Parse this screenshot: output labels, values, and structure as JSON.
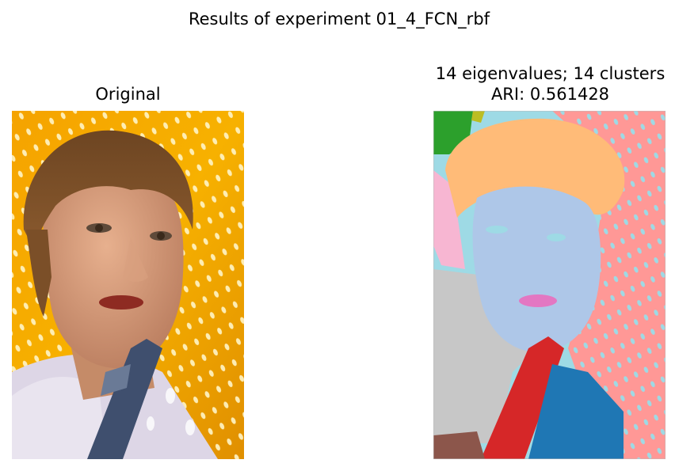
{
  "figure": {
    "suptitle": "Results of experiment 01_4_FCN_rbf"
  },
  "left_panel": {
    "title": "Original",
    "image": "photo-portrait-woman-short-hair-yellow-perforated-background"
  },
  "right_panel": {
    "title_line1": "14 eigenvalues; 14 clusters",
    "title_line2": "ARI: 0.561428",
    "image": "segmentation-map-14-clusters",
    "palette": {
      "background": "#ff9896",
      "speckle": "#9edae5",
      "hair": "#ffbb78",
      "face": "#aec7e8",
      "lips": "#e377c2",
      "shoulder": "#c7c7c7",
      "strap": "#d62728",
      "shirt": "#1f77b4",
      "corner_green": "#2ca02c",
      "corner_olive": "#bcbd22",
      "pink_area": "#f7b6d2",
      "brown": "#8c564b"
    }
  }
}
